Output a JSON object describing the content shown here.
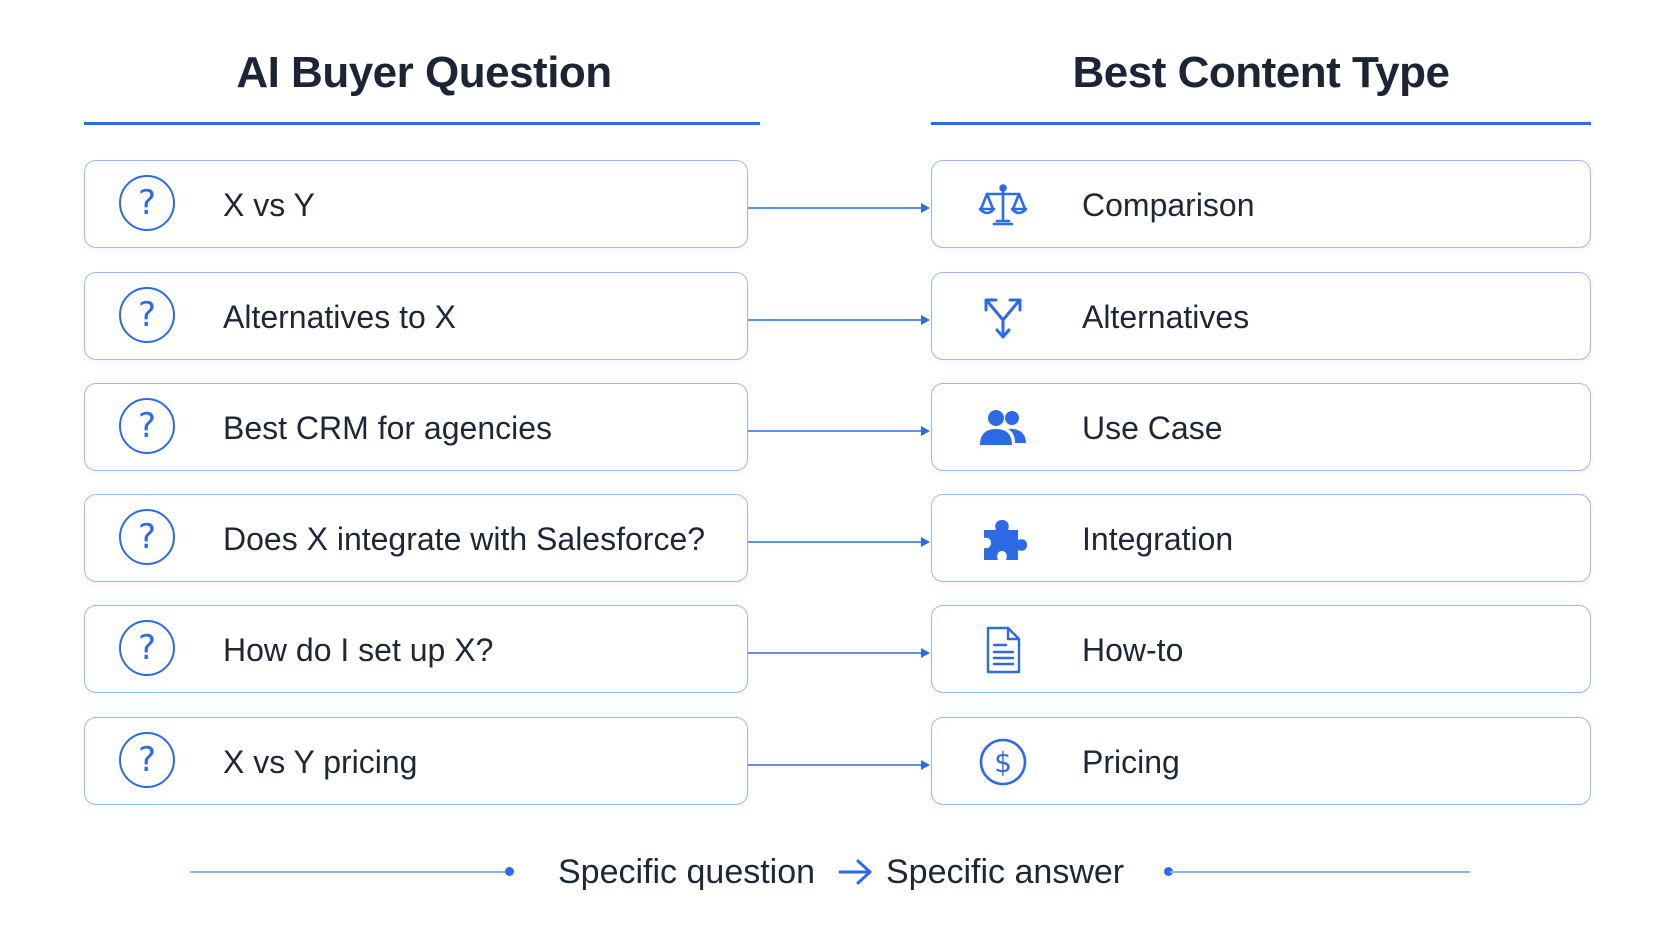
{
  "columns": {
    "left_title": "AI Buyer Question",
    "right_title": "Best Content Type"
  },
  "rows": [
    {
      "question": "X vs Y",
      "content_type": "Comparison",
      "icon": "scale-icon"
    },
    {
      "question": "Alternatives to X",
      "content_type": "Alternatives",
      "icon": "branch-icon"
    },
    {
      "question": "Best CRM for agencies",
      "content_type": "Use Case",
      "icon": "users-icon"
    },
    {
      "question": "Does X integrate with Salesforce?",
      "content_type": "Integration",
      "icon": "puzzle-icon"
    },
    {
      "question": "How do I set up X?",
      "content_type": "How-to",
      "icon": "document-icon"
    },
    {
      "question": "X vs Y pricing",
      "content_type": "Pricing",
      "icon": "dollar-icon"
    }
  ],
  "question_icon_glyph": "?",
  "footer": {
    "left": "Specific question",
    "right": "Specific answer"
  },
  "colors": {
    "accent": "#2f6ae6",
    "card_border": "#9db9ef",
    "text": "#1f2735"
  }
}
